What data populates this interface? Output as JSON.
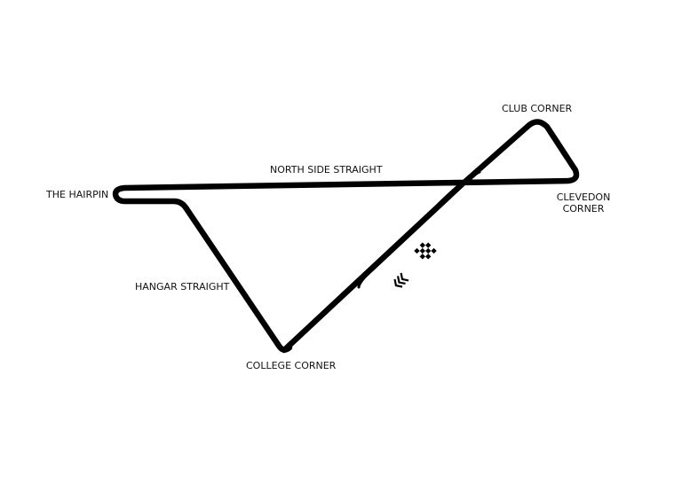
{
  "colors": {
    "track": "#000000",
    "background": "#ffffff",
    "label": "#111111"
  },
  "labels": {
    "club_corner": "CLUB CORNER",
    "north_side_straight": "NORTH SIDE STRAIGHT",
    "the_hairpin": "THE HAIRPIN",
    "clevedon_corner_line1": "CLEVEDON",
    "clevedon_corner_line2": "CORNER",
    "hangar_straight": "HANGAR STRAIGHT",
    "college_corner": "COLLEGE CORNER"
  },
  "icons": {
    "start_finish": "checkered-flag-icon",
    "direction": "direction-chevrons-icon"
  }
}
